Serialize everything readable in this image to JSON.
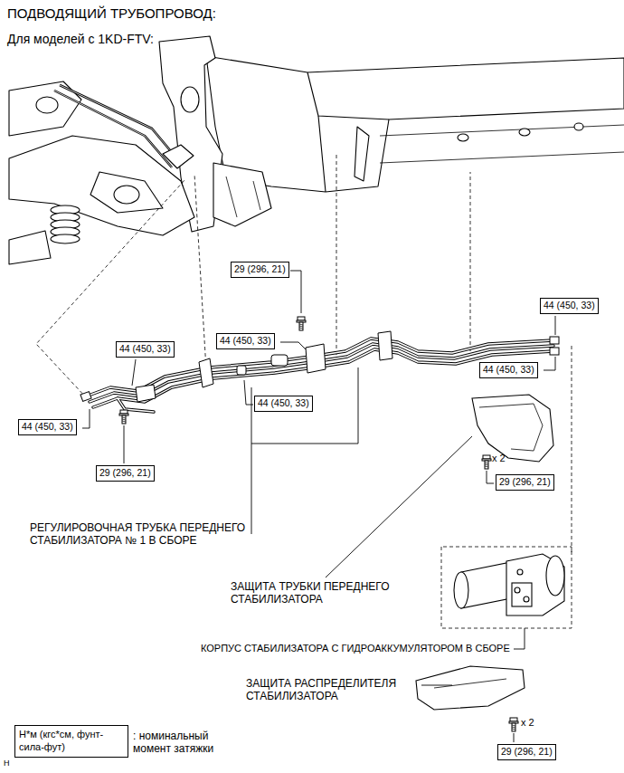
{
  "diagram": {
    "title": "ПОДВОДЯЩИЙ ТРУБОПРОВОД:",
    "nodes": [
      {
        "text": [
          "29 (296, 21)"
        ]
      },
      {
        "text": [
          "44 (450, 33)"
        ]
      },
      {
        "text": [
          "44 (450, 33)"
        ]
      },
      {
        "text": [
          "44 (450, 33)"
        ]
      },
      {
        "text": [
          "44 (450, 33)"
        ]
      },
      {
        "text": [
          "44 (450, 33)"
        ]
      },
      {
        "text": [
          "44 (450, 33)"
        ]
      },
      {
        "text": [
          "29 (296, 21)"
        ]
      },
      {
        "text": [
          "29 (296, 21)"
        ]
      },
      {
        "text": [
          "Н*м (кгс*см, фунт-сила-фут)"
        ]
      },
      {
        "text": [
          "29 (296, 21)"
        ]
      }
    ],
    "labels": [
      "Для моделей с 1KD-FTV:",
      "x 2",
      "РЕГУЛИРОВОЧНАЯ ТРУБКА ПЕРЕДНЕГО СТАБИЛИЗАТОРА № 1 В СБОРЕ",
      "ЗАЩИТА ТРУБКИ ПЕРЕДНЕГО СТАБИЛИЗАТОРА",
      "КОРПУС СТАБИЛИЗАТОРА С ГИДРОАККУМУЛЯТОРОМ В СБОРЕ",
      "ЗАЩИТА РАСПРЕДЕЛИТЕЛЯ СТАБИЛИЗАТОРА",
      "x 2",
      ": номинальный момент затяжки",
      "H"
    ]
  }
}
